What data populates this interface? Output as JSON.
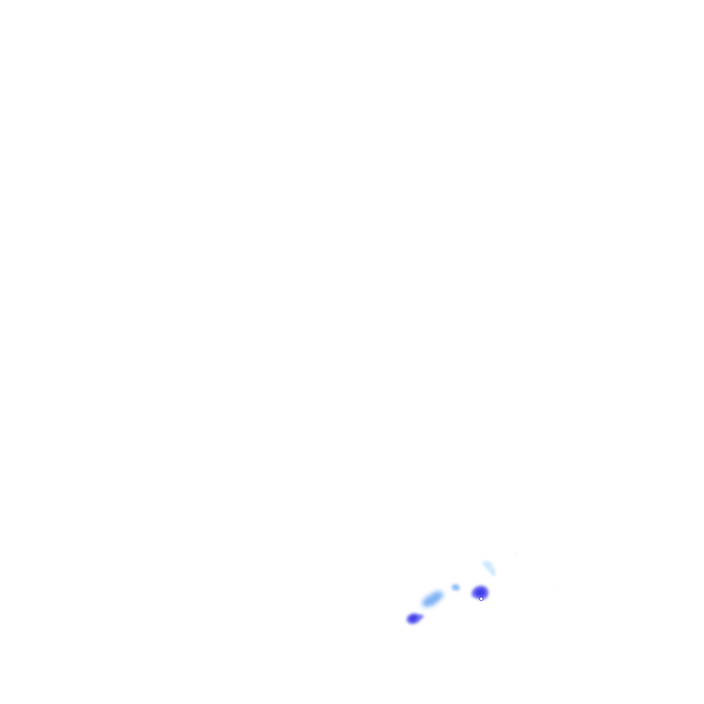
{
  "map": {
    "layer": "precipitation-radar-overlay",
    "background_color": "#ffffff",
    "intensity_colors": {
      "light": "#bfe3ff",
      "moderate": "#7fb2f4",
      "heavy": "#5a5ef0",
      "very_heavy": "#3b2fe8"
    },
    "echoes": [
      {
        "name": "echo-north",
        "intensity": "light"
      },
      {
        "name": "echo-small",
        "intensity": "moderate"
      },
      {
        "name": "echo-middle",
        "intensity": "moderate"
      },
      {
        "name": "echo-core",
        "intensity": "very_heavy"
      },
      {
        "name": "echo-southwest",
        "intensity": "heavy"
      }
    ]
  }
}
